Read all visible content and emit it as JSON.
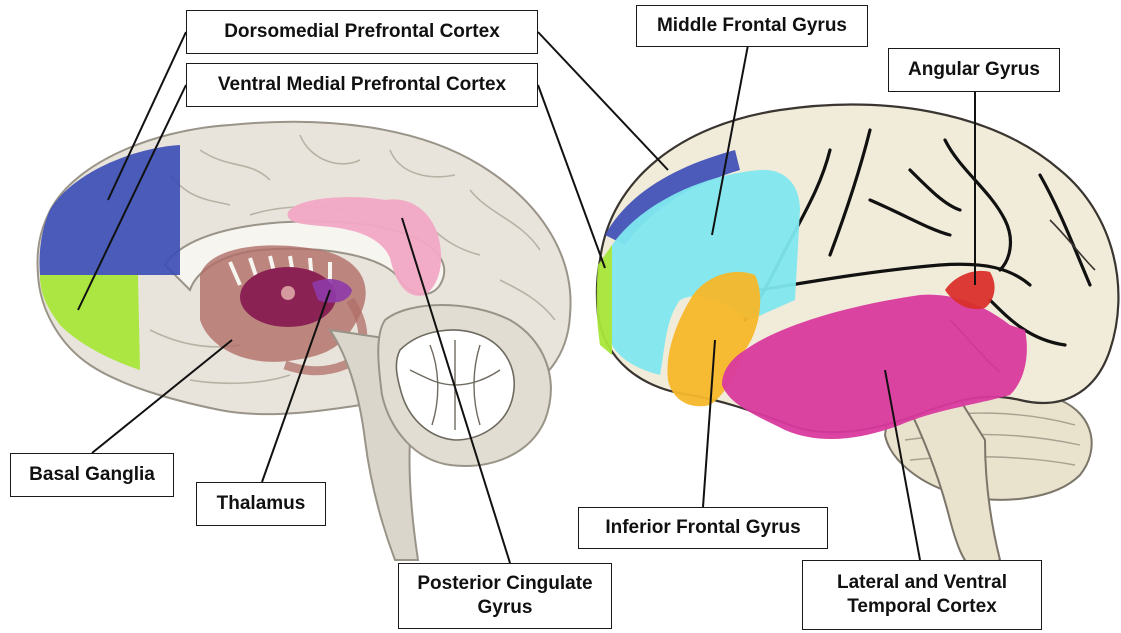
{
  "labels": {
    "dorsomedial_pfc": "Dorsomedial Prefrontal Cortex",
    "ventral_medial_pfc": "Ventral Medial Prefrontal Cortex",
    "middle_frontal_gyrus": "Middle Frontal Gyrus",
    "angular_gyrus": "Angular Gyrus",
    "basal_ganglia": "Basal Ganglia",
    "thalamus": "Thalamus",
    "posterior_cingulate_gyrus": "Posterior Cingulate\nGyrus",
    "inferior_frontal_gyrus": "Inferior Frontal Gyrus",
    "lateral_ventral_temporal_cortex": "Lateral and Ventral\nTemporal Cortex"
  },
  "region_colors": {
    "dorsomedial_pfc": "#3a4bb5",
    "ventral_medial_pfc": "#a8e63a",
    "middle_frontal_gyrus": "#7fe8ef",
    "angular_gyrus": "#d9302c",
    "inferior_frontal_gyrus": "#f6b72a",
    "lateral_ventral_temporal_cortex": "#d93a9e",
    "posterior_cingulate_gyrus": "#f2a8c4",
    "basal_ganglia": "#b06e68",
    "thalamus": "#8a2354",
    "brain_tissue": "#e8e4dc",
    "lateral_brain_fill": "#f1ebd9"
  }
}
